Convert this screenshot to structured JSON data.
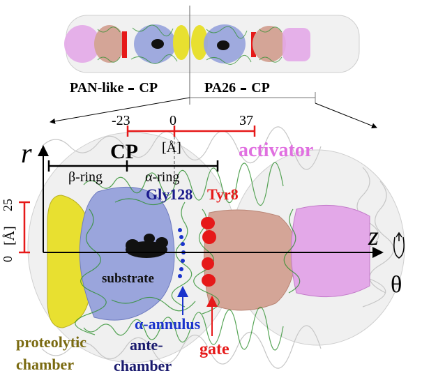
{
  "top_overview": {
    "label_left": "PAN-like",
    "label_left_suffix": "CP",
    "label_right": "PA26",
    "label_right_suffix": "CP"
  },
  "axis_z_scale": {
    "ticks": [
      "-23",
      "0",
      "37"
    ],
    "unit": "[Å]"
  },
  "axis_r": {
    "symbol": "r",
    "ticks": [
      "25",
      "0"
    ],
    "unit": "[Å]"
  },
  "cp": {
    "title": "CP",
    "beta_ring": "β-ring",
    "alpha_ring": "α-ring"
  },
  "labels": {
    "activator": "activator",
    "gly128": "Gly128",
    "tyr8": "Tyr8",
    "z_symbol": "z",
    "theta_symbol": "θ",
    "substrate": "substrate",
    "alpha_annulus": "α-annulus",
    "proteolytic_chamber": [
      "proteolytic",
      "chamber"
    ],
    "antechamber": [
      "ante-",
      "chamber"
    ],
    "gate": "gate"
  },
  "colors": {
    "activator": "#e070e0",
    "gly128": "#1a1a8c",
    "tyr8": "#e61919",
    "alpha_annulus": "#1a33cc",
    "proteolytic_chamber": "#7a6a10",
    "antechamber": "#1a1a6e",
    "gate": "#e61919",
    "scale_red": "#e61919"
  }
}
